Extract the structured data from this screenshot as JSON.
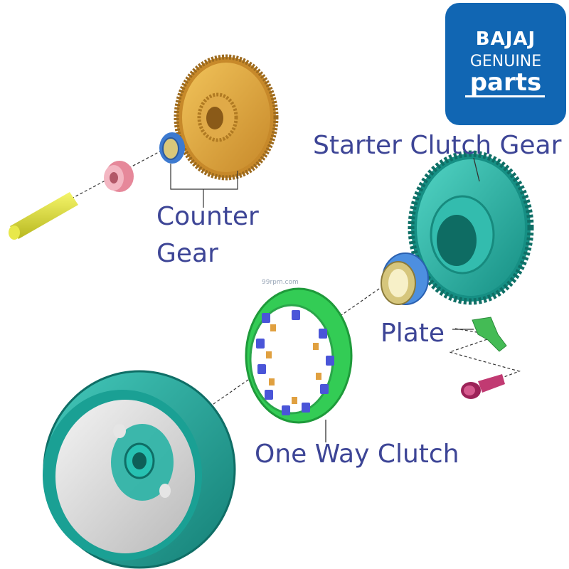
{
  "brand": {
    "line1": "BAJAJ",
    "line2": "GENUINE",
    "line3": "parts"
  },
  "watermark": "99rpm.com",
  "labels": {
    "starter_clutch_gear": "Starter Clutch Gear",
    "counter_gear_line1": "Counter",
    "counter_gear_line2": "Gear",
    "plate": "Plate",
    "one_way_clutch": "One Way Clutch"
  },
  "colors": {
    "label_text": "#3d4596",
    "brand_badge": "#1166b3",
    "counter_gear": "#d9a23a",
    "starter_gear": "#22b3a3",
    "one_way_clutch": "#33cc55",
    "bearing": "#4d8fe0",
    "plate": "#44bb55",
    "bolt": "#b0285e",
    "pin": "#dddd33",
    "spacer": "#e6889a",
    "rotor": "#1fa59a"
  }
}
